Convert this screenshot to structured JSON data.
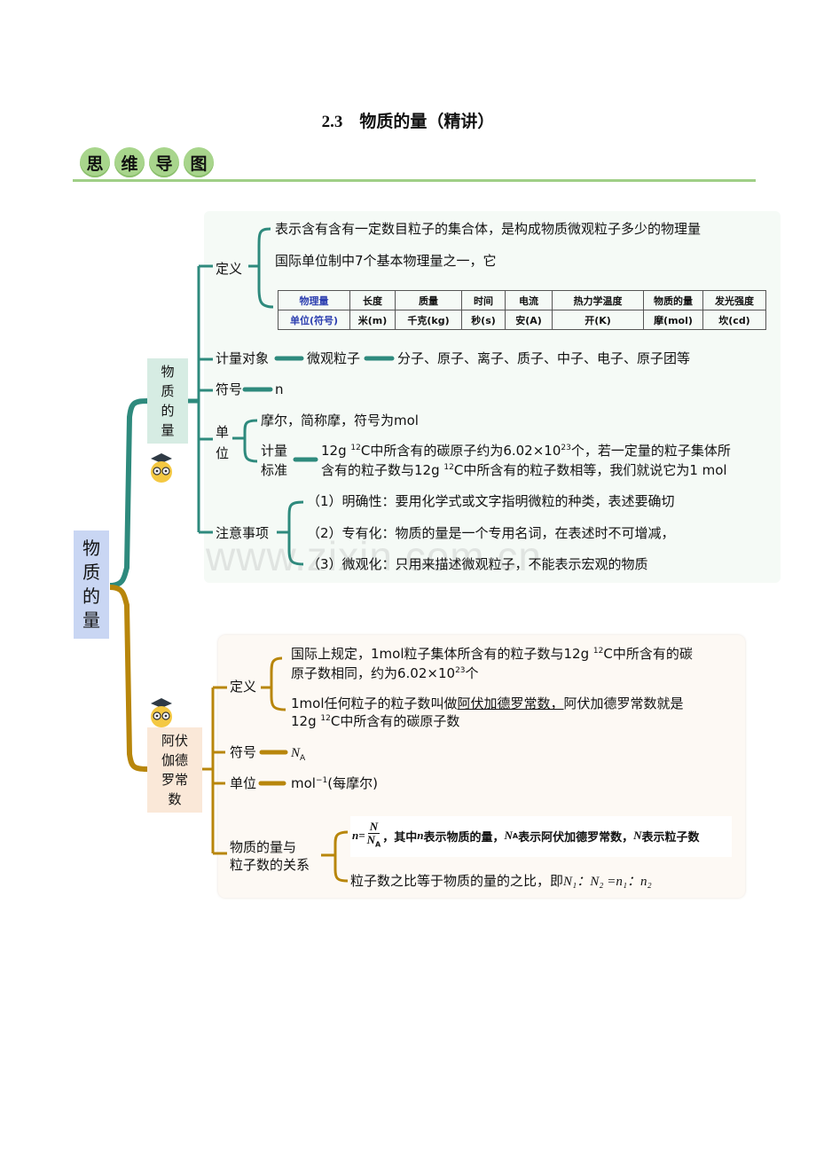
{
  "title": "2.3　物质的量（精讲）",
  "badges": [
    "思",
    "维",
    "导",
    "图"
  ],
  "watermark": "www.zixin.com.cn",
  "main_node": "物质的量",
  "branch1": {
    "node": "物质的量",
    "definition": {
      "label": "定义",
      "line1": "表示含有含有一定数目粒子的集合体，是构成物质微观粒子多少的物理量",
      "line2": "国际单位制中7个基本物理量之一，它",
      "table": {
        "row1": [
          "物理量",
          "长度",
          "质量",
          "时间",
          "电流",
          "热力学温度",
          "物质的量",
          "发光强度"
        ],
        "row2": [
          "单位(符号)",
          "米(m)",
          "千克(kg)",
          "秒(s)",
          "安(A)",
          "开(K)",
          "摩(mol)",
          "坎(cd)"
        ]
      }
    },
    "object": {
      "label": "计量对象",
      "mid": "微观粒子",
      "list": "分子、原子、离子、质子、中子、电子、原子团等"
    },
    "symbol": {
      "label": "符号",
      "value": "n"
    },
    "unit": {
      "label": "单位",
      "line1": "摩尔，简称摩，符号为mol",
      "standard_label_1": "计量",
      "standard_label_2": "标准",
      "std_line1_a": "12g ",
      "std_line1_sup": "12",
      "std_line1_b": "C中所含有的碳原子约为6.02×10",
      "std_line1_exp": "23",
      "std_line1_c": "个，若一定量的粒子集体所",
      "std_line2_a": "含有的粒子数与12g ",
      "std_line2_sup": "12",
      "std_line2_b": "C中所含有的粒子数相等，我们就说它为1 mol"
    },
    "notes": {
      "label": "注意事项",
      "items": [
        "（1）明确性：要用化学式或文字指明微粒的种类，表述要确切",
        "（2）专有化：物质的量是一个专用名词，在表述时不可增减，",
        "（3）微观化：只用来描述微观粒子，不能表示宏观的物质"
      ]
    }
  },
  "branch2": {
    "node": "阿伏伽德罗常数",
    "definition": {
      "label": "定义",
      "l1_a": "国际上规定，1mol粒子集体所含有的粒子数与12g ",
      "l1_sup": "12",
      "l1_b": "C中所含有的碳",
      "l2_a": "原子数相同，约为6.02×10",
      "l2_exp": "23",
      "l2_b": "个",
      "l3_a": "1mol任何粒子的粒子数叫做",
      "l3_u": "阿伏加德罗常数，",
      "l3_b": "阿伏加德罗常数就是",
      "l4_a": "12g ",
      "l4_sup": "12",
      "l4_b": "C中所含有的碳原子数"
    },
    "symbol": {
      "label": "符号",
      "value": "N",
      "sub": "A"
    },
    "unit": {
      "label": "单位",
      "value_a": "mol",
      "value_exp": "−1",
      "value_b": "(每摩尔)"
    },
    "relation": {
      "label_1": "物质的量与",
      "label_2": "粒子数的关系",
      "formula_n": "n=",
      "formula_num": "N",
      "formula_den": "N",
      "formula_den_sub": "A",
      "formula_text_a": "，其中",
      "formula_text_n": "n",
      "formula_text_b": "表示物质的量，",
      "formula_text_NA": "N",
      "formula_text_NA_sub": "A",
      "formula_text_c": "表示阿伏加德罗常数，",
      "formula_text_N": "N",
      "formula_text_d": "表示粒子数",
      "ratio_a": "粒子数之比等于物质的量的之比，即",
      "ratio_formula": "N₁：N₂ =n₁：n₂"
    }
  },
  "colors": {
    "green": "#2e8a7d",
    "gold": "#b8860b",
    "badge": "#a8d58c",
    "main_node_bg": "#c9d6f3"
  }
}
